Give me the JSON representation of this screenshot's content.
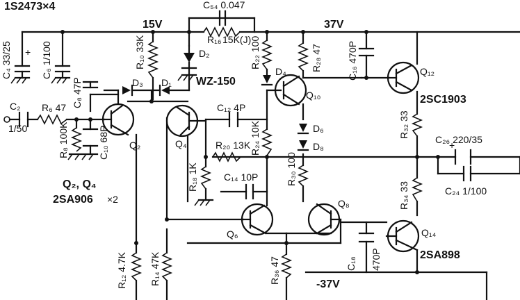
{
  "diode_note": "1S2473×4",
  "rails": {
    "pos15": "15V",
    "pos37": "37V",
    "neg37": "-37V"
  },
  "components": {
    "C4": "C₄ 33/25",
    "C6": "C₆ 1/100",
    "C2": "C₂",
    "C2v": "1/50",
    "R6": "R₆ 47",
    "R8": "R₈ 100K",
    "C10": "C₁₀ 68P",
    "C8": "C₈ 47P",
    "R10": "R₁₀ 33K",
    "C54": "C₅₄ 0.047",
    "R16": "R₁₆",
    "R16v": "15K(J)",
    "D2": "D₂",
    "zener": "WZ-150",
    "R22": "R₂₂ 100",
    "R28": "R₂₈ 47",
    "C16": "C₁₆ 470P",
    "D3": "D₃",
    "D1": "D₁",
    "D4": "D₄",
    "C12": "C₁₂ 4P",
    "R20": "R₂₀ 13K",
    "R24": "R₂₄ 10K",
    "D6": "D₆",
    "D8": "D₈",
    "R32": "R₃₂ 33",
    "C26": "C₂₆ 220/35",
    "C24": "C₂₄ 1/100",
    "R18": "R₁₈ 1K",
    "C14": "C₁₄ 10P",
    "R30": "R₃₀ 100",
    "R34": "R₃₄ 33",
    "R12": "R₁₂ 4.7K",
    "R14": "R₁₄ 47K",
    "R36": "R₃₆ 47",
    "C18": "C₁₈",
    "C18v": "470P"
  },
  "transistors": {
    "Q2": "Q₂",
    "Q4": "Q₄",
    "Q6": "Q₆",
    "Q8": "Q₈",
    "Q10": "Q₁₀",
    "Q12": "Q₁₂",
    "Q12type": "2SC1903",
    "Q14": "Q₁₄",
    "Q14type": "2SA898",
    "pairLabel": "Q₂, Q₄",
    "pairType": "2SA906",
    "pairMult": "×2"
  }
}
